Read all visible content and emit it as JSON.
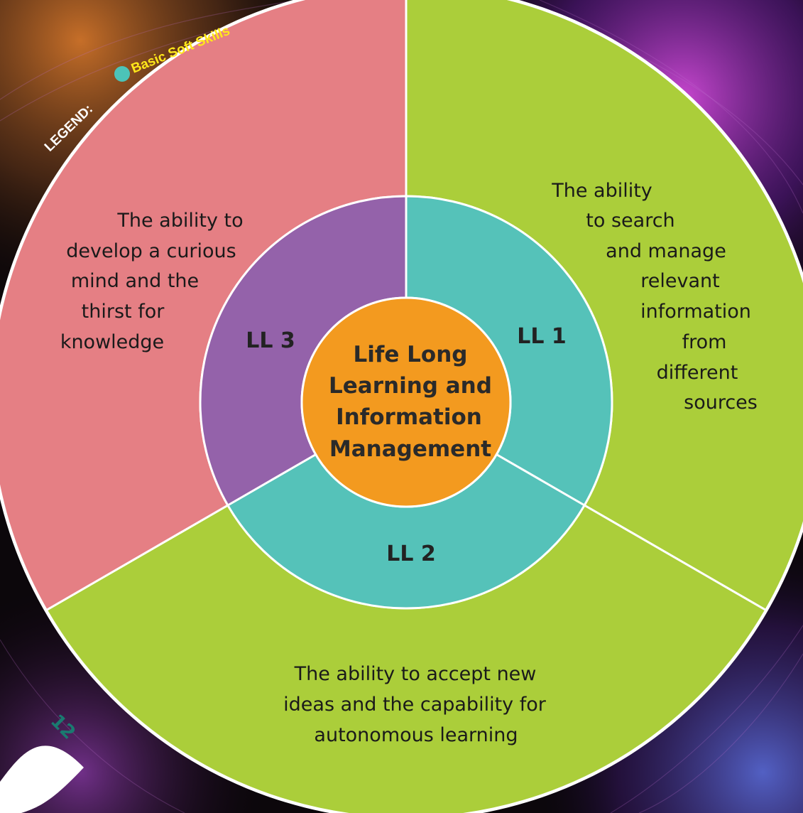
{
  "legend": {
    "label": "LEGEND:",
    "item_label": "Basic Soft Skills",
    "item_color": "#4cc3b8"
  },
  "center": {
    "lines": [
      "Life Long",
      "Learning and",
      "Information",
      "Management"
    ],
    "color": "#f39a1f"
  },
  "inner_segments": [
    {
      "label": "LL 1",
      "color": "#55c2b9"
    },
    {
      "label": "LL 2",
      "color": "#55c2b9"
    },
    {
      "label": "LL 3",
      "color": "#9462aa"
    }
  ],
  "outer_segments": [
    {
      "id": "ll1",
      "color": "#abce3a",
      "lines": [
        "The ability",
        "to search",
        "and manage",
        "relevant",
        "information",
        "from",
        "different",
        "sources"
      ]
    },
    {
      "id": "ll2",
      "color": "#abce3a",
      "lines": [
        "The ability to accept new",
        "ideas and the capability for",
        "autonomous learning"
      ]
    },
    {
      "id": "ll3",
      "color": "#e57f84",
      "lines": [
        "The ability to",
        "develop a curious",
        "mind and the",
        "thirst for",
        "knowledge"
      ]
    }
  ],
  "page_number": "12"
}
